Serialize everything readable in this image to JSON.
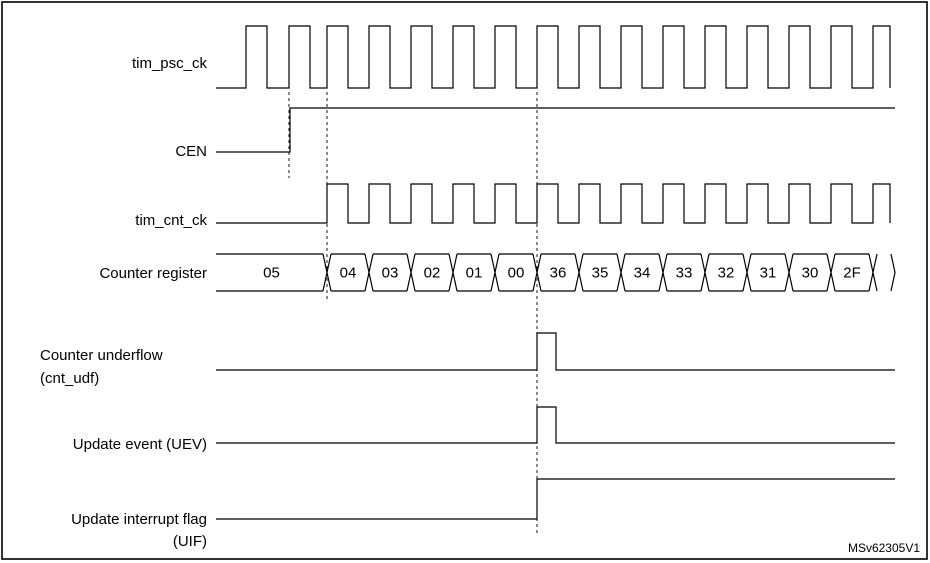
{
  "signals": {
    "tim_psc_ck": "tim_psc_ck",
    "cen": "CEN",
    "tim_cnt_ck": "tim_cnt_ck",
    "counter_register": "Counter register",
    "counter_underflow_line1": "Counter underflow",
    "counter_underflow_line2": "(cnt_udf)",
    "update_event": "Update event (UEV)",
    "update_interrupt_flag_line1": "Update interrupt flag",
    "update_interrupt_flag_line2": "(UIF)"
  },
  "counter_values": [
    "05",
    "04",
    "03",
    "02",
    "01",
    "00",
    "36",
    "35",
    "34",
    "33",
    "32",
    "31",
    "30",
    "2F"
  ],
  "reference": "MSv62305V1"
}
